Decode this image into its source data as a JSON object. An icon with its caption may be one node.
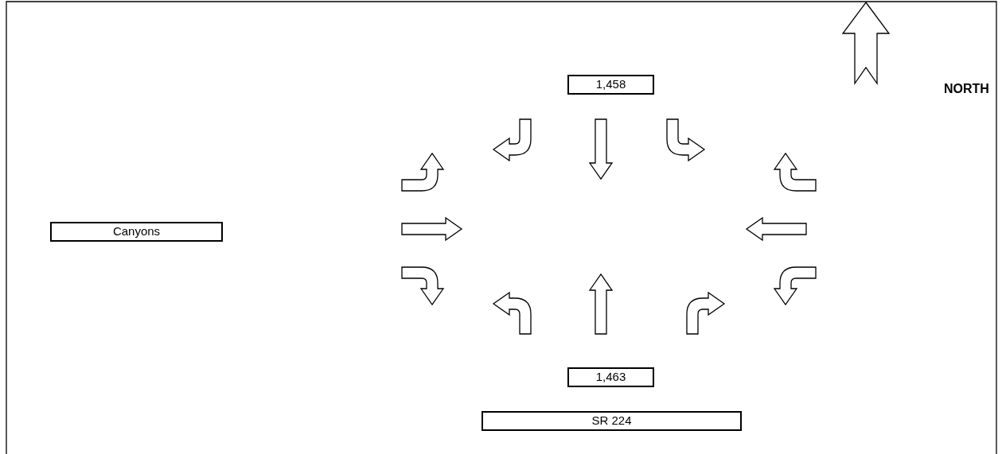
{
  "diagram": {
    "nodes": [
      {
        "text": [
          "1,458"
        ]
      },
      {
        "text": [
          "Canyons"
        ]
      },
      {
        "text": [
          "1,463"
        ]
      },
      {
        "text": [
          "SR 224"
        ]
      }
    ],
    "labels": [
      "NORTH"
    ]
  }
}
